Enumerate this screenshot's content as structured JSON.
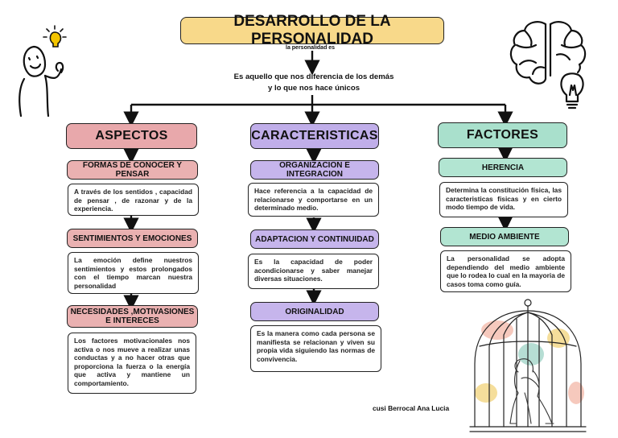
{
  "title": "DESARROLLO DE LA PERSONALIDAD",
  "link_label": "la personalidad es",
  "definition": "Es aquello que nos diferencia de los demás y lo que nos hace únicos",
  "author": "cusi Berrocal Ana Lucia",
  "columns": [
    {
      "label": "ASPECTOS",
      "items": [
        {
          "label": "FORMAS DE CONOCER Y PENSAR",
          "text": "A través de los sentidos , capacidad de pensar , de razonar y de la experiencia."
        },
        {
          "label": "SENTIMIENTOS Y EMOCIONES",
          "text": "La emoción define nuestros sentimientos y estos prolongados con el tiempo marcan nuestra personalidad"
        },
        {
          "label": "NECESIDADES ,MOTIVASIONES E INTERECES",
          "text": "Los factores motivacionales nos activa o nos mueve a realizar unas conductas y a no hacer otras que proporciona la fuerza o la energía que activa y mantiene un comportamiento."
        }
      ]
    },
    {
      "label": "CARACTERISTICAS",
      "items": [
        {
          "label": "ORGANIZACION E INTEGRACION",
          "text": "Hace referencia a la capacidad de relacionarse y comportarse en un determinado medio."
        },
        {
          "label": "ADAPTACION Y CONTINUIDAD",
          "text": "Es la capacidad de poder acondicionarse y saber manejar diversas situaciones."
        },
        {
          "label": "ORIGINALIDAD",
          "text": "Es la manera como cada persona se manifiesta se relacionan y viven su propia vida siguiendo las normas de convivencia."
        }
      ]
    },
    {
      "label": "FACTORES",
      "items": [
        {
          "label": "HERENCIA",
          "text": "Determina la constitución física, las caracteristicas fisicas y en cierto modo tiempo de vida."
        },
        {
          "label": "MEDIO AMBIENTE",
          "text": "La personalidad se adopta dependiendo del medio ambiente que lo rodea lo cual en la mayoria de casos toma como guía."
        }
      ]
    }
  ],
  "icons": [
    "person-idea-icon",
    "brain-lightbulb-icon",
    "birdcage-girl-illustration"
  ]
}
